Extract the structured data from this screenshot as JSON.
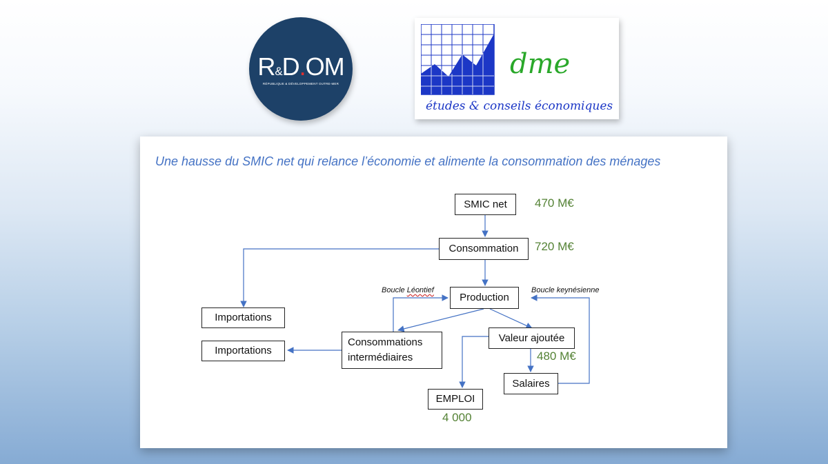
{
  "logos": {
    "rdom": {
      "main": "R&D.OM",
      "subtitle": "RÉPUBLIQUE & DÉVELOPPEMENT OUTRE-MER",
      "bg_color": "#1d4168"
    },
    "dme": {
      "name": "dme",
      "tagline": "études & conseils économiques",
      "grid_color": "#1c37c6",
      "name_color": "#2aa82a"
    }
  },
  "slide": {
    "title": "Une hausse du SMIC net qui relance l’économie et alimente la consommation des ménages",
    "nodes": {
      "smic": "SMIC net",
      "consommation": "Consommation",
      "production": "Production",
      "importations_1": "Importations",
      "importations_2": "Importations",
      "ci_line1": "Consommations",
      "ci_line2": "intermédiaires",
      "va": "Valeur ajoutée",
      "salaires": "Salaires",
      "emploi": "EMPLOI"
    },
    "values": {
      "smic": "470 M€",
      "consommation": "720 M€",
      "va": "480 M€",
      "emploi": "4 000"
    },
    "loops": {
      "leontief_prefix": "Boucle ",
      "leontief_name": "Léontief",
      "keynesienne": "Boucle keynésienne"
    },
    "colors": {
      "title": "#4472c4",
      "values": "#548235",
      "arrows": "#4472c4"
    }
  }
}
